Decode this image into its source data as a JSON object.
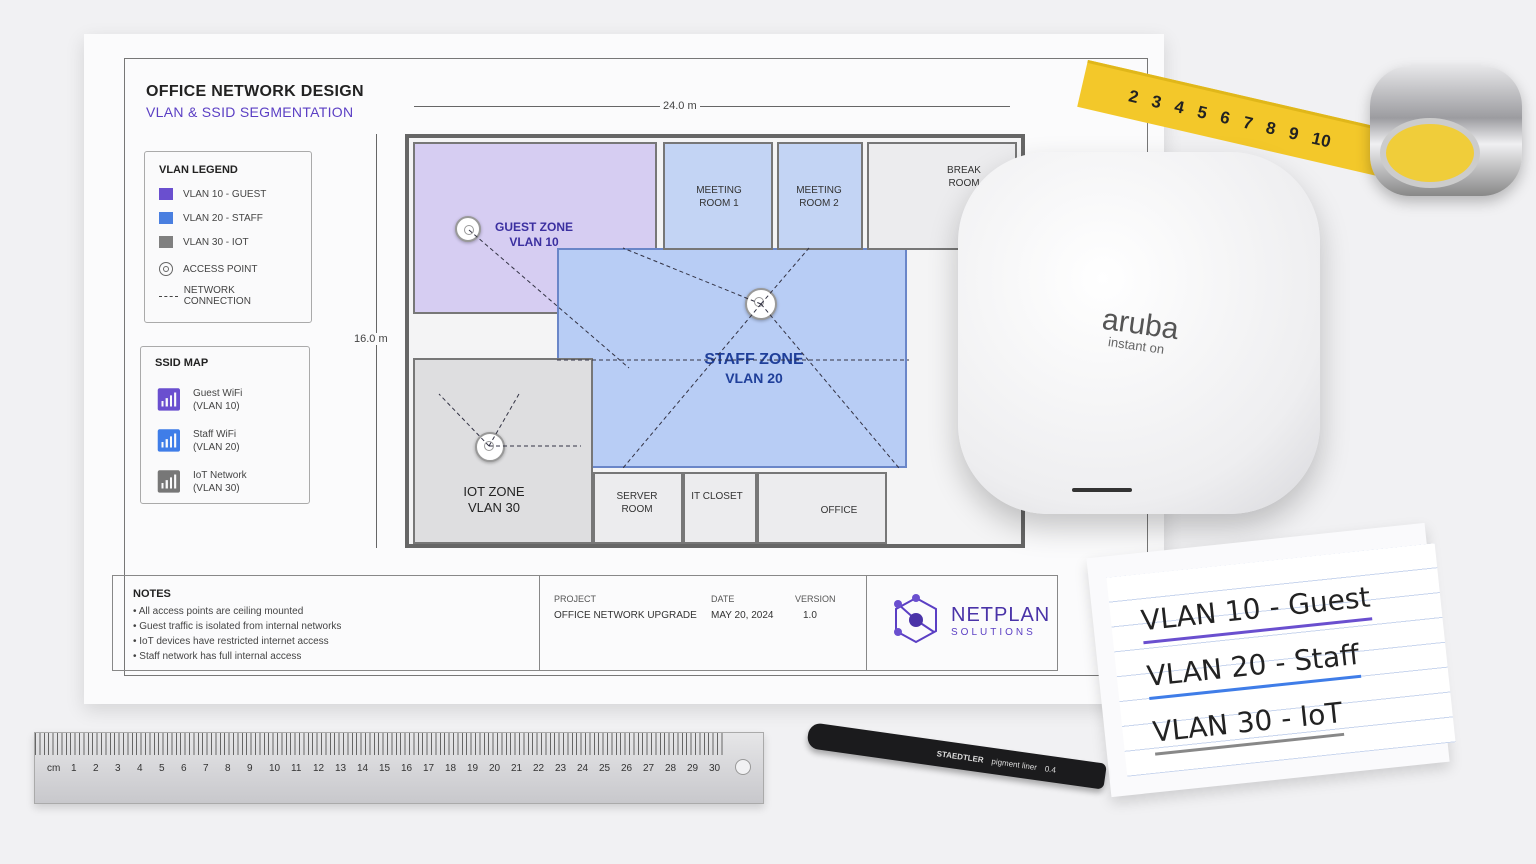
{
  "sheet": {
    "title": "OFFICE NETWORK DESIGN",
    "subtitle": "VLAN & SSID SEGMENTATION",
    "width_dim": "24.0 m",
    "height_dim": "16.0 m"
  },
  "vlan_legend": {
    "heading": "VLAN LEGEND",
    "items": [
      {
        "label": "VLAN 10 - GUEST",
        "color": "#6a4fcf"
      },
      {
        "label": "VLAN 20 - STAFF",
        "color": "#4a7fe0"
      },
      {
        "label": "VLAN 30 - IOT",
        "color": "#808080"
      },
      {
        "label": "ACCESS POINT"
      },
      {
        "label": "NETWORK CONNECTION"
      }
    ]
  },
  "ssid_map": {
    "heading": "SSID MAP",
    "items": [
      {
        "name": "Guest WiFi",
        "vlan": "(VLAN 10)",
        "color": "#6a4fcf"
      },
      {
        "name": "Staff WiFi",
        "vlan": "(VLAN 20)",
        "color": "#3f7de8"
      },
      {
        "name": "IoT Network",
        "vlan": "(VLAN 30)",
        "color": "#777777"
      }
    ]
  },
  "zones": {
    "guest": [
      "GUEST ZONE",
      "VLAN 10"
    ],
    "staff": [
      "STAFF ZONE",
      "VLAN 20"
    ],
    "iot": [
      "IOT ZONE",
      "VLAN 30"
    ]
  },
  "rooms": {
    "meeting1": "MEETING ROOM 1",
    "meeting2": "MEETING ROOM 2",
    "break": "BREAK ROOM",
    "server": "SERVER ROOM",
    "it": "IT CLOSET",
    "office": "OFFICE"
  },
  "notes": {
    "heading": "NOTES",
    "items": [
      "All access points are ceiling mounted",
      "Guest traffic is isolated from internal networks",
      "IoT devices have restricted internet access",
      "Staff network has full internal access"
    ]
  },
  "title_block": {
    "project_label": "PROJECT",
    "project": "OFFICE NETWORK UPGRADE",
    "date_label": "DATE",
    "date": "MAY 20, 2024",
    "version_label": "VERSION",
    "version": "1.0"
  },
  "logo": {
    "name": "NETPLAN",
    "tag": "SOLUTIONS"
  },
  "device": {
    "brand": "aruba",
    "sub": "instant on"
  },
  "cards": [
    "VLAN 10 - Guest",
    "VLAN 20 - Staff",
    "VLAN 30 - IoT"
  ],
  "pen": {
    "brand": "STAEDTLER",
    "model": "pigment liner",
    "size": "0.4"
  },
  "ruler": {
    "unit": "cm",
    "ticks": [
      "1",
      "2",
      "3",
      "4",
      "5",
      "6",
      "7",
      "8",
      "9",
      "10",
      "11",
      "12",
      "13",
      "14",
      "15",
      "16",
      "17",
      "18",
      "19",
      "20",
      "21",
      "22",
      "23",
      "24",
      "25",
      "26",
      "27",
      "28",
      "29",
      "30"
    ]
  },
  "tape": {
    "ticks": [
      "2",
      "3",
      "4",
      "5",
      "6",
      "7",
      "8",
      "9",
      "10"
    ]
  }
}
